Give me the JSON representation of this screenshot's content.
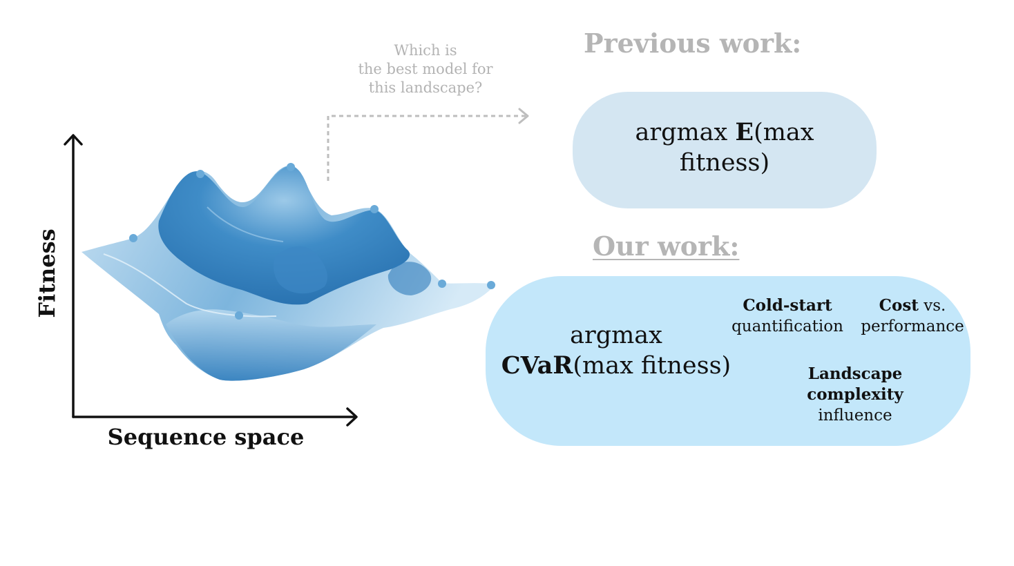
{
  "question": [
    "Which is",
    "the best model for",
    "this landscape?"
  ],
  "previous": {
    "heading": "Previous work:",
    "formula_pre": "argmax ",
    "formula_bold": "E",
    "formula_post": "(max",
    "formula_line2": "fitness)"
  },
  "ours": {
    "heading": "Our work:",
    "formula_line1": "argmax",
    "formula_bold": "CVaR",
    "formula_post": "(max fitness)",
    "features": {
      "cold_bold": "Cold-start",
      "cold_rest": "quantification",
      "cost_bold": "Cost",
      "cost_mid": " vs.",
      "cost_rest": "performance",
      "land_bold1": "Landscape",
      "land_bold2": "complexity",
      "land_rest": "influence"
    }
  },
  "axes": {
    "x_label": "Sequence space",
    "y_label": "Fitness"
  },
  "colors": {
    "surface_dark": "#2e7ab8",
    "surface_light": "#d2e8f6",
    "prev_box": "#d4e6f2",
    "our_box": "#c3e7fa",
    "muted_text": "#b3b3b3"
  }
}
